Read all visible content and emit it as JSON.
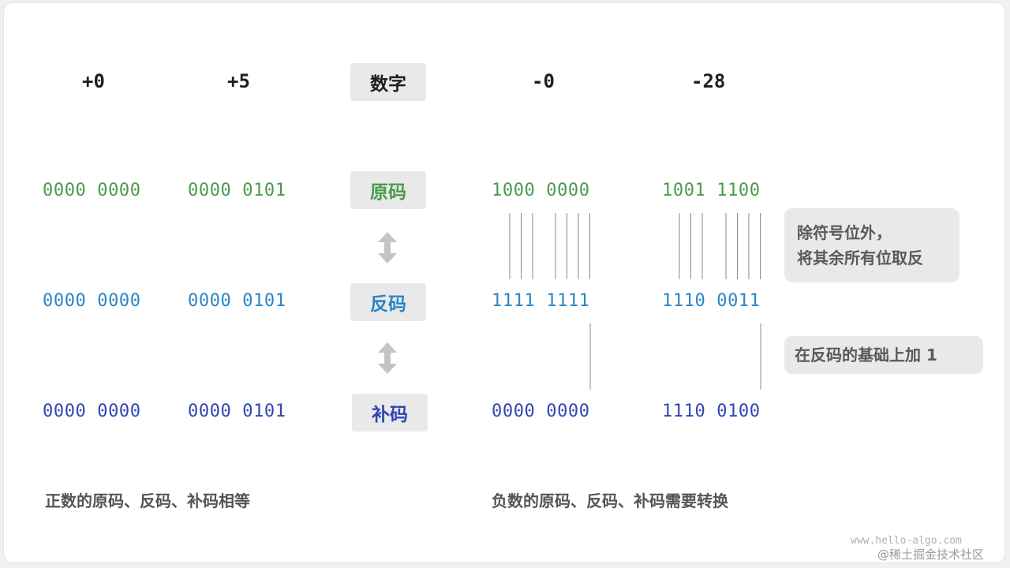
{
  "header": {
    "pos_zero": "+0",
    "pos_five": "+5",
    "label": "数字",
    "neg_zero": "-0",
    "neg_28": "-28"
  },
  "rows": {
    "original": {
      "label": "原码",
      "pos_zero": "0000 0000",
      "pos_five": "0000 0101",
      "neg_zero": "1000 0000",
      "neg_28": "1001 1100"
    },
    "ones": {
      "label": "反码",
      "pos_zero": "0000 0000",
      "pos_five": "0000 0101",
      "neg_zero": "1111 1111",
      "neg_28": "1110 0011"
    },
    "twos": {
      "label": "补码",
      "pos_zero": "0000 0000",
      "pos_five": "0000 0101",
      "neg_zero": "0000 0000",
      "neg_28": "1110 0100"
    }
  },
  "notes": {
    "invert_line1": "除符号位外，",
    "invert_line2": "将其余所有位取反",
    "add_one": "在反码的基础上加 1"
  },
  "captions": {
    "positive": "正数的原码、反码、补码相等",
    "negative": "负数的原码、反码、补码需要转换"
  },
  "watermark": {
    "url": "www.hello-algo.com",
    "site": "@稀土掘金技术社区"
  },
  "colors": {
    "original": "#4b9a4b",
    "ones": "#2a86c6",
    "twos": "#3146b3",
    "label_pill": "#e9e9e9",
    "connector": "#8a8a8a",
    "arrow": "#c4c4c4"
  },
  "icons": {
    "converter": "double-arrow-vertical-icon"
  }
}
